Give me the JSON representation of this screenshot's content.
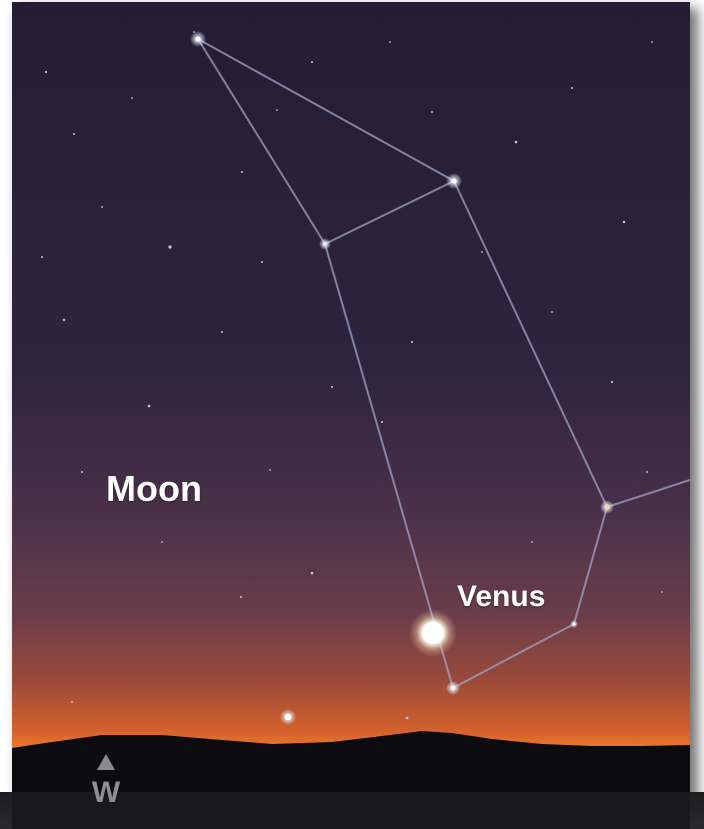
{
  "labels": {
    "moon": "Moon",
    "venus": "Venus"
  },
  "compass": {
    "direction": "W"
  },
  "colors": {
    "sky_top": "#241d33",
    "sky_mid": "#3f2c48",
    "horizon_glow": "#c8502a",
    "horizon_bright": "#f07a2c",
    "ground": "#0c0b10",
    "constellation_line": "#9ea3c8",
    "label_text": "#ffffff"
  },
  "icons": {
    "compass_arrow": "triangle-up-icon",
    "moon": "crescent-moon-icon",
    "venus": "planet-venus-icon"
  }
}
